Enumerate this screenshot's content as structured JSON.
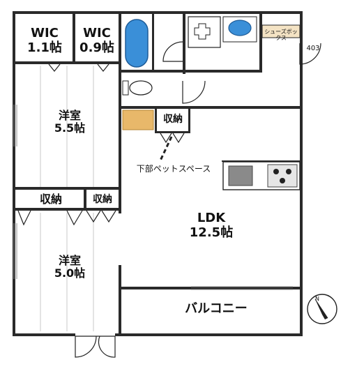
{
  "rooms": {
    "wic1": {
      "name": "WIC",
      "size": "1.1帖"
    },
    "wic2": {
      "name": "WIC",
      "size": "0.9帖"
    },
    "western1": {
      "name": "洋室",
      "size": "5.5帖"
    },
    "western2": {
      "name": "洋室",
      "size": "5.0帖"
    },
    "storage_a": "収納",
    "storage_b": "収納",
    "storage_c": "収納",
    "ldk": {
      "name": "LDK",
      "size": "12.5帖"
    },
    "balcony": "バルコニー",
    "shoe_box": "シューズボックス",
    "pet_space": "下部ペットスペース"
  },
  "unit_number": "403",
  "compass": {
    "letter": "N"
  },
  "colors": {
    "wall": "#2a2a2a",
    "flooring_accent": "#e8b86a",
    "fixture_blue": "#3a8fd8",
    "shoe_box": "#f4e3c4"
  }
}
